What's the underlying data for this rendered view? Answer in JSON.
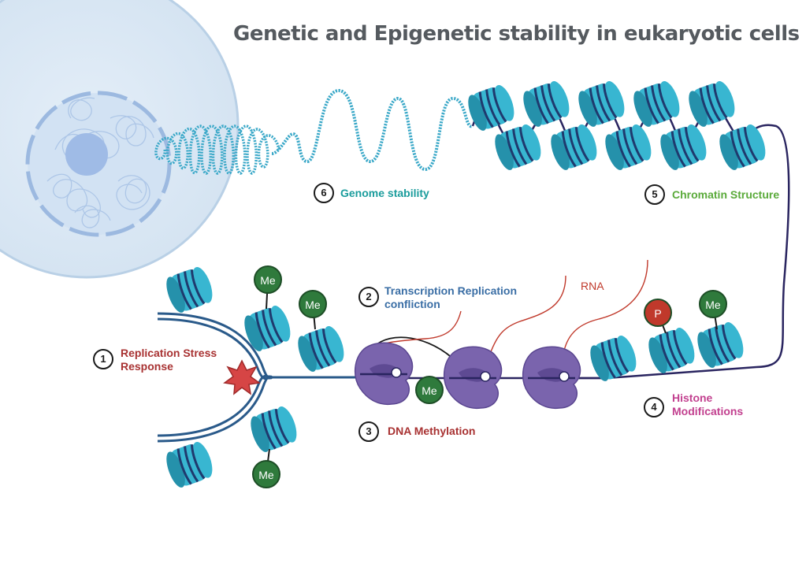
{
  "title": "Genetic and Epigenetic stability in eukaryotic cells",
  "labels": [
    {
      "id": "replication",
      "number": "1",
      "text_line1": "Replication Stress",
      "text_line2": "Response",
      "color": "#a83232"
    },
    {
      "id": "transcription",
      "number": "2",
      "text_line1": "Transcription Replication",
      "text_line2": "confliction",
      "color": "#3a6ea5"
    },
    {
      "id": "methylation",
      "number": "3",
      "text_line1": "DNA Methylation",
      "text_line2": "",
      "color": "#a83232"
    },
    {
      "id": "histone",
      "number": "4",
      "text_line1": "Histone",
      "text_line2": "Modifications",
      "color": "#c2408f"
    },
    {
      "id": "chromatin",
      "number": "5",
      "text_line1": "Chromatin Structure",
      "text_line2": "",
      "color": "#5aaa3a"
    },
    {
      "id": "genome",
      "number": "6",
      "text_line1": "Genome stability",
      "text_line2": "",
      "color": "#1a9c9c"
    }
  ],
  "rna_label": "RNA",
  "methyl_mark": "Me",
  "phospho_mark": "P",
  "colors": {
    "nucleosome": "#38b6d1",
    "nucleosome_dark": "#2591ab",
    "dna_band": "#1f3a6e",
    "cell": "#dbe8f4",
    "nucleus": "#b3cbe9",
    "polymerase": "#7a64ad",
    "methyl": "#2f7a3c",
    "phospho": "#c0392b",
    "rna": "#c0392b"
  }
}
